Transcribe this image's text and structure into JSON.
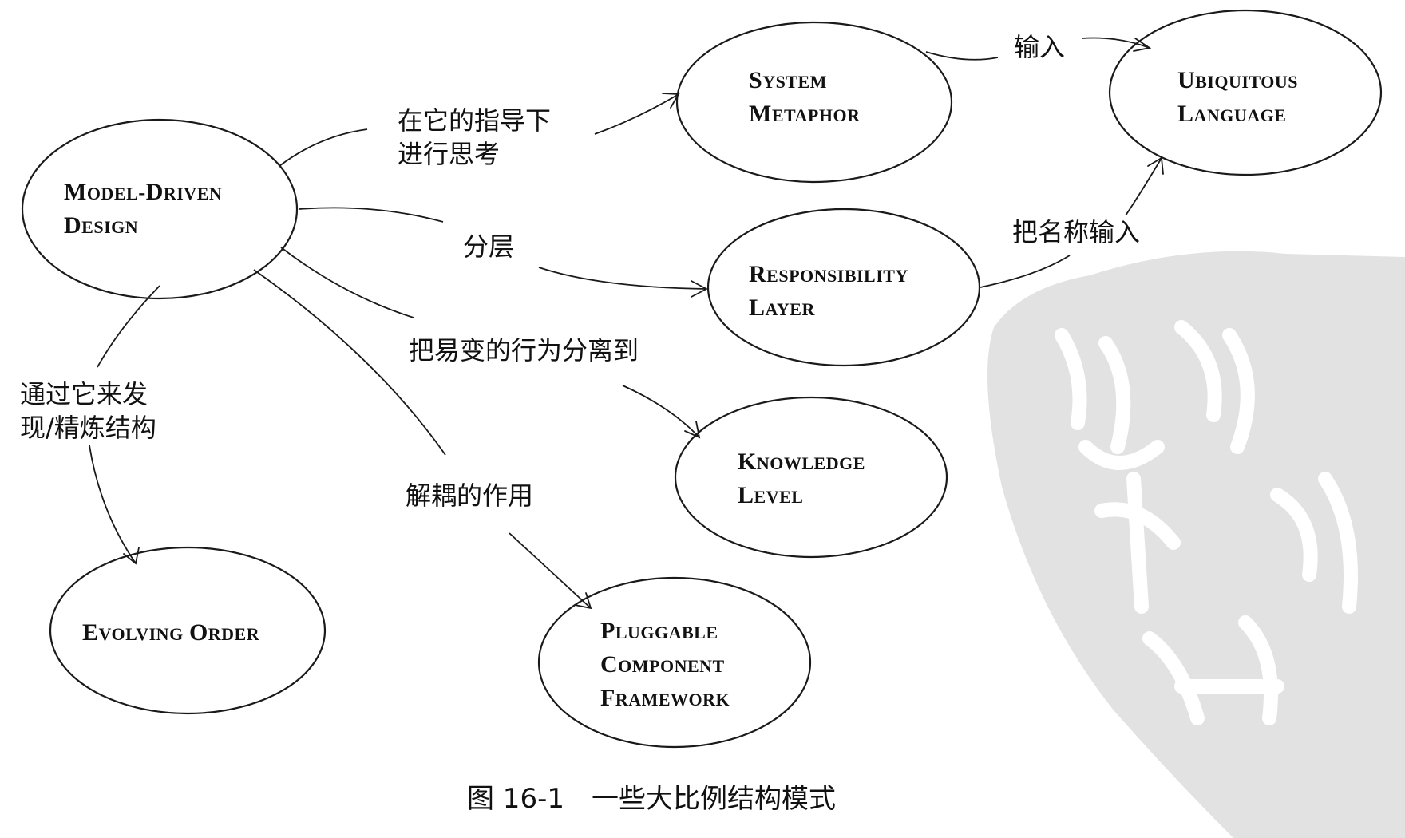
{
  "nodes": {
    "model_driven_design": [
      "Model-Driven",
      "Design"
    ],
    "system_metaphor": [
      "System",
      "Metaphor"
    ],
    "ubiquitous_language": [
      "Ubiquitous",
      "Language"
    ],
    "responsibility_layer": [
      "Responsibility",
      "Layer"
    ],
    "knowledge_level": [
      "Knowledge",
      "Level"
    ],
    "evolving_order": [
      "Evolving Order"
    ],
    "pluggable_component_framework": [
      "Pluggable",
      "Component",
      "Framework"
    ]
  },
  "edge_labels": {
    "think_guided": [
      "在它的指导下",
      "进行思考"
    ],
    "input": "输入",
    "layering": "分层",
    "input_names": "把名称输入",
    "separate_volatile": "把易变的行为分离到",
    "discover_refine": [
      "通过它来发",
      "现/精炼结构"
    ],
    "decoupling": "解耦的作用"
  },
  "caption": "图 16-1　一些大比例结构模式"
}
